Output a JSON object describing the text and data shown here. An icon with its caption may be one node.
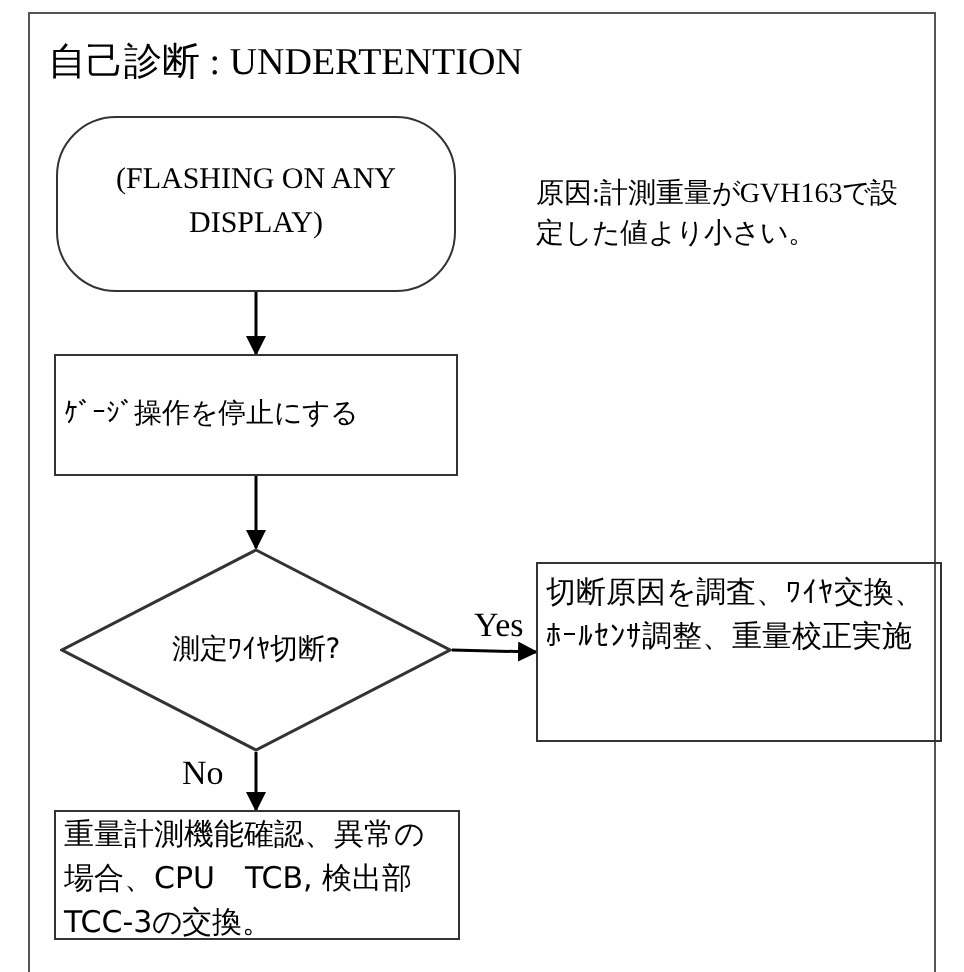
{
  "diagram": {
    "title": "自己診断 : UNDERTENTION",
    "nodes": [
      {
        "text": [
          "(FLASHING ON ANY DISPLAY)"
        ]
      },
      {
        "text": [
          "ｹﾞｰｼﾞ操作を停止にする"
        ]
      },
      {
        "text": [
          "測定ﾜｲﾔ切断?"
        ]
      },
      {
        "text": [
          "切断原因を調査、ﾜｲﾔ交換、ﾎｰﾙｾﾝｻ調整、重量校正実施"
        ]
      },
      {
        "text": [
          "重量計測機能確認、異常の場合、CPU　TCB, 検出部TCC-3の交換。"
        ]
      }
    ],
    "edges": [
      {
        "from": 0,
        "to": 1,
        "arrow": "to"
      },
      {
        "from": 1,
        "to": 2,
        "arrow": "to"
      },
      {
        "from": 2,
        "to": 3,
        "arrow": "to",
        "label": "Yes"
      },
      {
        "from": 2,
        "to": 4,
        "arrow": "to",
        "label": "No"
      }
    ],
    "labels": [
      "原因:計測重量がGVH163で設定した値より小さい。"
    ]
  }
}
